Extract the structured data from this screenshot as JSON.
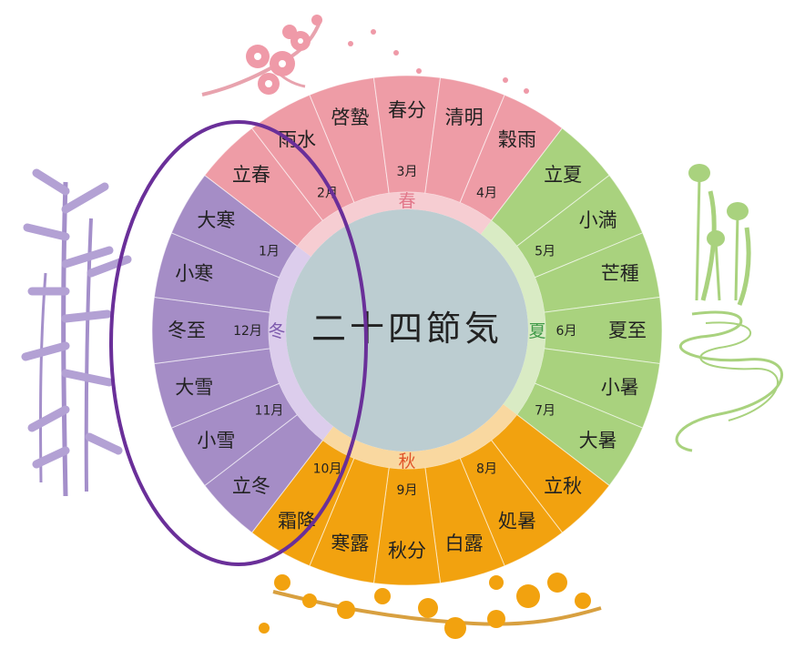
{
  "title": "二十四節気",
  "colors": {
    "spring": "#ee9ca6",
    "spring_inner": "#f6cdd2",
    "spring_label": "#e2778a",
    "summer": "#a9d27e",
    "summer_inner": "#d9ebc4",
    "summer_label": "#3f9a48",
    "autumn": "#f2a20f",
    "autumn_inner": "#f9d8a0",
    "autumn_label": "#e0542a",
    "winter": "#a58dc6",
    "winter_inner": "#dccdec",
    "winter_label": "#7d5aad",
    "center": "#bccdd1",
    "highlight": "#6a2f99"
  },
  "seasons": [
    {
      "name": "春",
      "angle": 0,
      "color": "spring_label"
    },
    {
      "name": "夏",
      "angle": 90,
      "color": "summer_label"
    },
    {
      "name": "秋",
      "angle": 180,
      "color": "autumn_label"
    },
    {
      "name": "冬",
      "angle": 270,
      "color": "winter_label"
    }
  ],
  "terms": [
    {
      "name": "啓蟄",
      "angle": -15,
      "season": "spring"
    },
    {
      "name": "春分",
      "angle": 0,
      "season": "spring"
    },
    {
      "name": "清明",
      "angle": 15,
      "season": "spring"
    },
    {
      "name": "穀雨",
      "angle": 30,
      "season": "spring"
    },
    {
      "name": "立夏",
      "angle": 45,
      "season": "summer"
    },
    {
      "name": "小満",
      "angle": 60,
      "season": "summer"
    },
    {
      "name": "芒種",
      "angle": 75,
      "season": "summer"
    },
    {
      "name": "夏至",
      "angle": 90,
      "season": "summer"
    },
    {
      "name": "小暑",
      "angle": 105,
      "season": "summer"
    },
    {
      "name": "大暑",
      "angle": 120,
      "season": "summer"
    },
    {
      "name": "立秋",
      "angle": 135,
      "season": "autumn"
    },
    {
      "name": "処暑",
      "angle": 150,
      "season": "autumn"
    },
    {
      "name": "白露",
      "angle": 165,
      "season": "autumn"
    },
    {
      "name": "秋分",
      "angle": 180,
      "season": "autumn"
    },
    {
      "name": "寒露",
      "angle": 195,
      "season": "autumn"
    },
    {
      "name": "霜降",
      "angle": 210,
      "season": "autumn"
    },
    {
      "name": "立冬",
      "angle": 225,
      "season": "winter"
    },
    {
      "name": "小雪",
      "angle": 240,
      "season": "winter"
    },
    {
      "name": "大雪",
      "angle": 255,
      "season": "winter"
    },
    {
      "name": "冬至",
      "angle": 270,
      "season": "winter"
    },
    {
      "name": "小寒",
      "angle": 285,
      "season": "winter"
    },
    {
      "name": "大寒",
      "angle": 300,
      "season": "winter"
    },
    {
      "name": "立春",
      "angle": 315,
      "season": "spring"
    },
    {
      "name": "雨水",
      "angle": 330,
      "season": "spring"
    }
  ],
  "months": [
    {
      "label": "3月",
      "angle": 0
    },
    {
      "label": "4月",
      "angle": 30
    },
    {
      "label": "5月",
      "angle": 60
    },
    {
      "label": "6月",
      "angle": 90
    },
    {
      "label": "7月",
      "angle": 120
    },
    {
      "label": "8月",
      "angle": 150
    },
    {
      "label": "9月",
      "angle": 180
    },
    {
      "label": "10月",
      "angle": 210
    },
    {
      "label": "11月",
      "angle": 240
    },
    {
      "label": "12月",
      "angle": 270
    },
    {
      "label": "1月",
      "angle": 300
    },
    {
      "label": "2月",
      "angle": 330
    }
  ]
}
